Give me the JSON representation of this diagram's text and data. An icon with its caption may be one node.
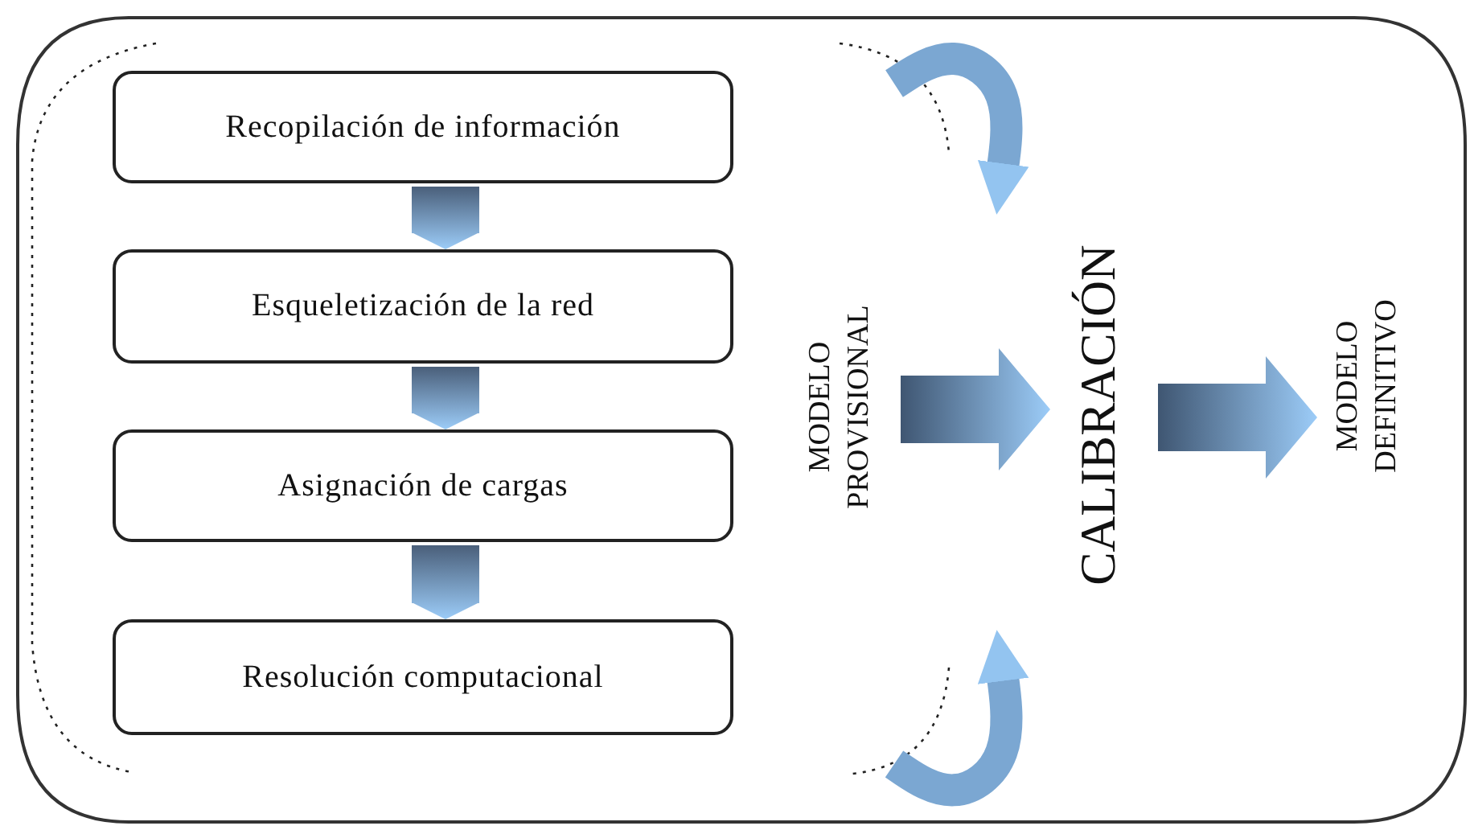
{
  "diagram": {
    "nodes": [
      {
        "text": [],
        "shape": "box"
      },
      {
        "text": [
          "Recopilación de información"
        ],
        "in": 0
      },
      {
        "text": [
          "Esqueletización de la red"
        ],
        "in": 0
      },
      {
        "text": [
          "Asignación de cargas"
        ],
        "in": 0
      },
      {
        "text": [
          "Resolución computacional"
        ],
        "in": 0
      },
      {
        "text": [
          "MODELO PROVISIONAL"
        ],
        "in": 0
      },
      {
        "text": [
          "CALIBRACIÓN"
        ],
        "in": 0
      },
      {
        "text": [
          "MODELO DEFINITIVO"
        ],
        "in": 0
      }
    ],
    "edges": [
      {
        "from": 1,
        "to": 2,
        "arrow": "to"
      },
      {
        "from": 2,
        "to": 3,
        "arrow": "to"
      },
      {
        "from": 3,
        "to": 4,
        "arrow": "to"
      },
      {
        "from": 5,
        "to": 6,
        "arrow": "to"
      },
      {
        "from": 6,
        "to": 7,
        "arrow": "to"
      },
      {
        "from": null,
        "to": 6,
        "arrow": "to"
      },
      {
        "from": null,
        "to": 6,
        "arrow": "to"
      }
    ]
  }
}
